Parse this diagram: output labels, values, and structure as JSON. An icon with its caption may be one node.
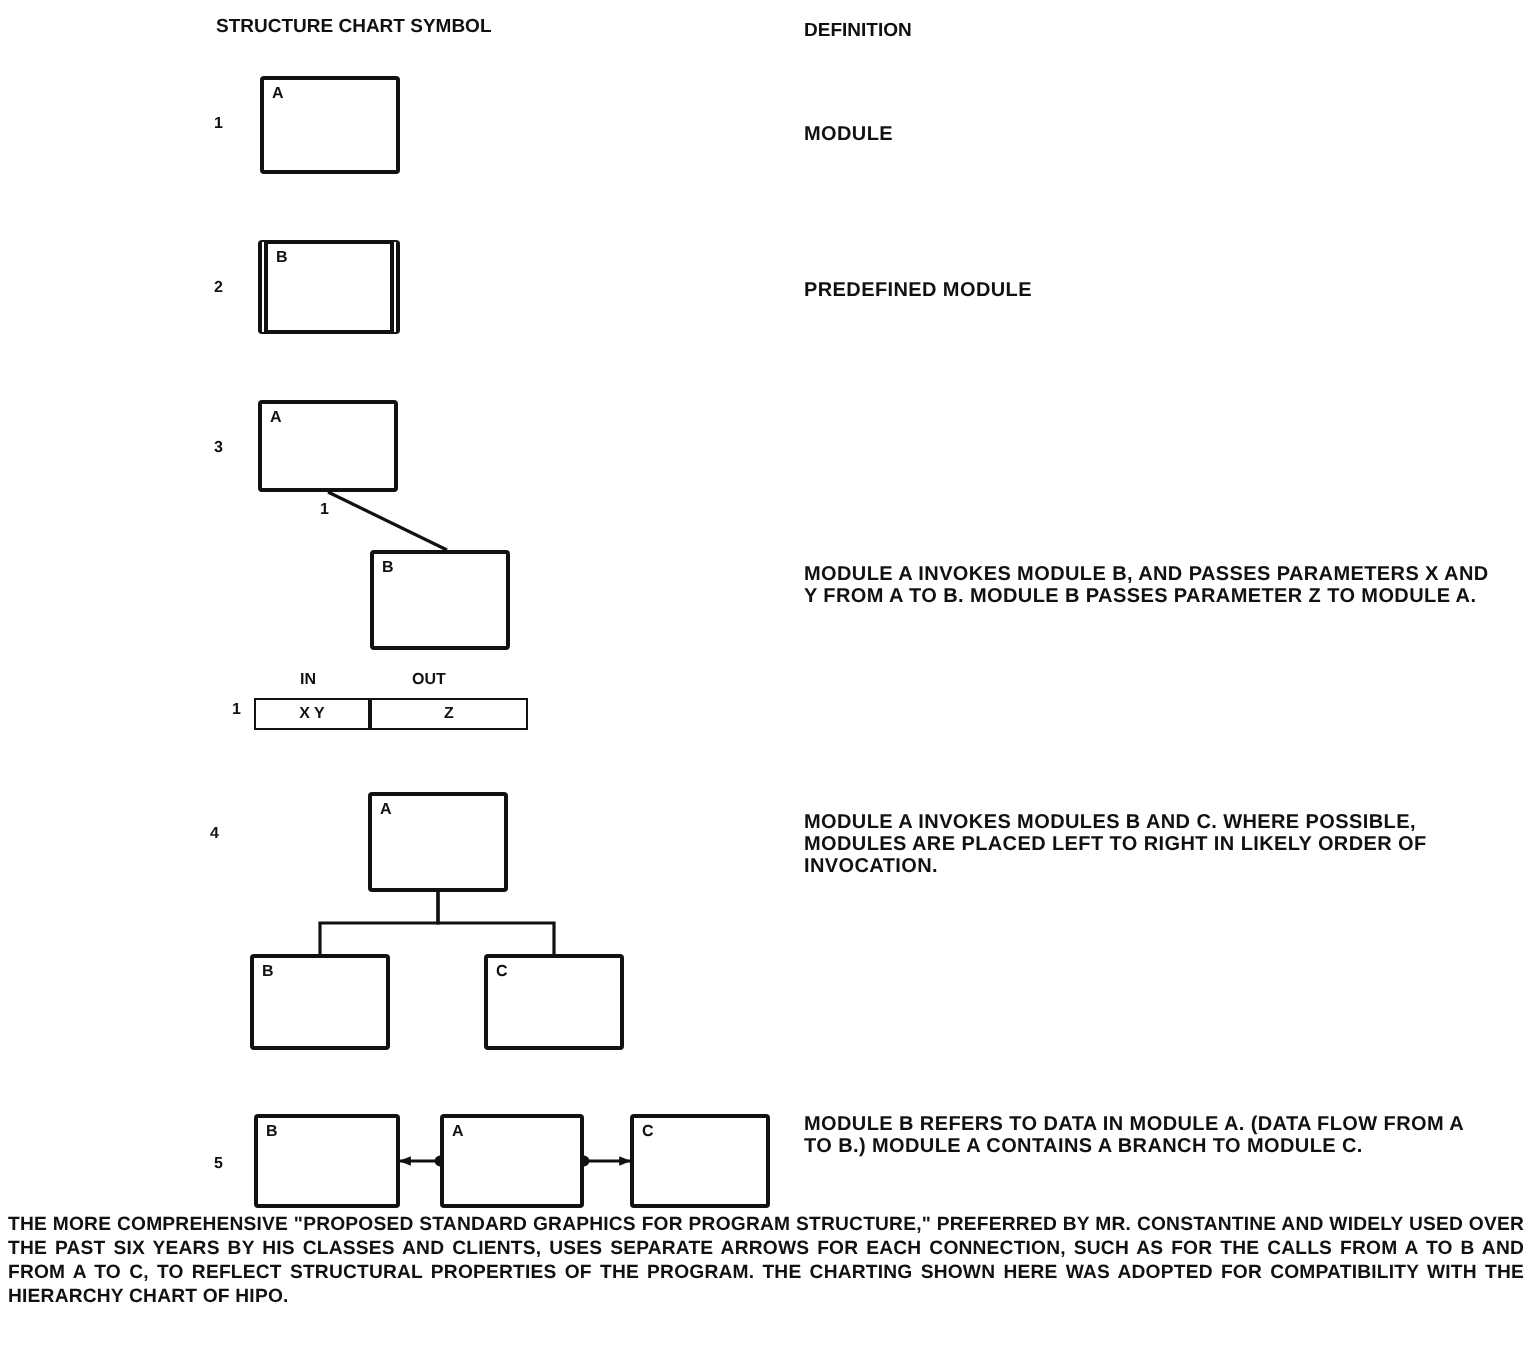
{
  "diagram": {
    "caption": "THE MORE COMPREHENSIVE \"PROPOSED STANDARD GRAPHICS FOR PROGRAM STRUCTURE,\" PREFERRED BY MR. CONSTANTINE AND WIDELY USED OVER THE PAST SIX YEARS BY HIS CLASSES AND CLIENTS, USES SEPARATE ARROWS FOR EACH CONNECTION, SUCH AS FOR THE CALLS FROM A TO B AND FROM A TO C, TO REFLECT STRUCTURAL PROPERTIES OF THE PROGRAM. THE CHARTING SHOWN HERE WAS ADOPTED FOR COMPATIBILITY WITH THE HIERARCHY CHART OF HIPO.",
    "nodes": [
      {
        "text": [
          "A"
        ]
      },
      {
        "text": [
          "B"
        ]
      },
      {
        "text": [
          "A"
        ]
      },
      {
        "text": [
          "B"
        ]
      },
      {
        "text": [
          "A"
        ]
      },
      {
        "text": [
          "B"
        ]
      },
      {
        "text": [
          "C"
        ]
      },
      {
        "text": [
          "B"
        ]
      },
      {
        "text": [
          "A"
        ]
      },
      {
        "text": [
          "C"
        ]
      }
    ],
    "edges": [
      {
        "from": 2,
        "to": 3,
        "arrow": "none",
        "label": "1"
      },
      {
        "from": 4,
        "to": 5,
        "arrow": "none"
      },
      {
        "from": 4,
        "to": 6,
        "arrow": "none"
      },
      {
        "from": 8,
        "to": 7,
        "arrow": "to"
      },
      {
        "from": 8,
        "to": 9,
        "arrow": "to"
      }
    ],
    "labels": [
      "STRUCTURE CHART SYMBOL",
      "DEFINITION",
      "1",
      "MODULE",
      "2",
      "PREDEFINED MODULE",
      "3",
      "MODULE A INVOKES MODULE B, AND PASSES PARAMETERS X AND Y FROM A TO B. MODULE B PASSES PARAMETER Z TO MODULE A.",
      "IN",
      "OUT",
      "1",
      "X Y",
      "Z",
      "4",
      "MODULE A INVOKES MODULES B AND C. WHERE POSSIBLE, MODULES ARE PLACED LEFT TO RIGHT IN LIKELY ORDER OF INVOCATION.",
      "5",
      "MODULE B REFERS TO DATA IN MODULE A. (DATA FLOW FROM A TO B.) MODULE A CONTAINS A BRANCH TO MODULE C."
    ]
  }
}
